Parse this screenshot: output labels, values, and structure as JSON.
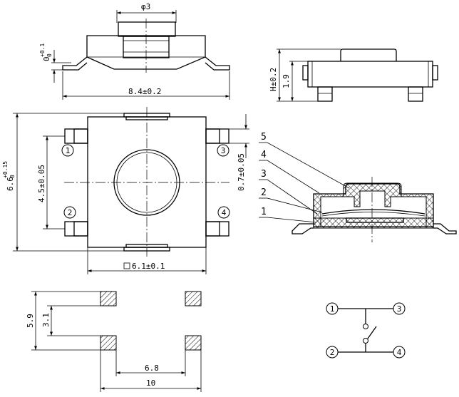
{
  "top_view": {
    "diameter_label": "φ3",
    "height_label": "0",
    "height_tol_upper": "+0.1",
    "height_tol_lower": "0",
    "width_label": "8.4±0.2"
  },
  "side_view": {
    "height_label": "H±0.2",
    "body_height_label": "1.9"
  },
  "plan_view": {
    "height_label": "6.6",
    "height_tol_upper": "+0.15",
    "height_tol_lower": "0",
    "pitch_label": "4.5±0.05",
    "body_label": "6.1±0.1",
    "lead_label": "0.7±0.05",
    "pins": [
      "1",
      "2",
      "3",
      "4"
    ]
  },
  "section_view": {
    "part_numbers": [
      "5",
      "4",
      "3",
      "2",
      "1"
    ]
  },
  "footprint": {
    "outer_height_label": "5.9",
    "inner_height_label": "3.1",
    "inner_width_label": "6.8",
    "outer_width_label": "10"
  },
  "schematic": {
    "pins": [
      "1",
      "3",
      "2",
      "4"
    ]
  }
}
